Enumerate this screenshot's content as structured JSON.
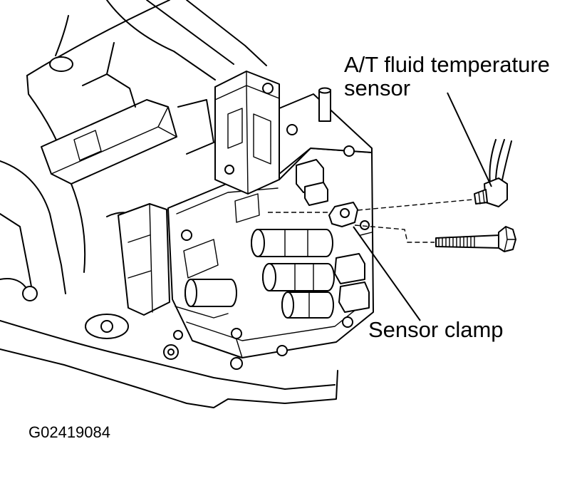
{
  "labels": {
    "sensor_line1": "A/T fluid temperature",
    "sensor_line2": "sensor",
    "clamp": "Sensor clamp",
    "figure_id": "G02419084"
  }
}
